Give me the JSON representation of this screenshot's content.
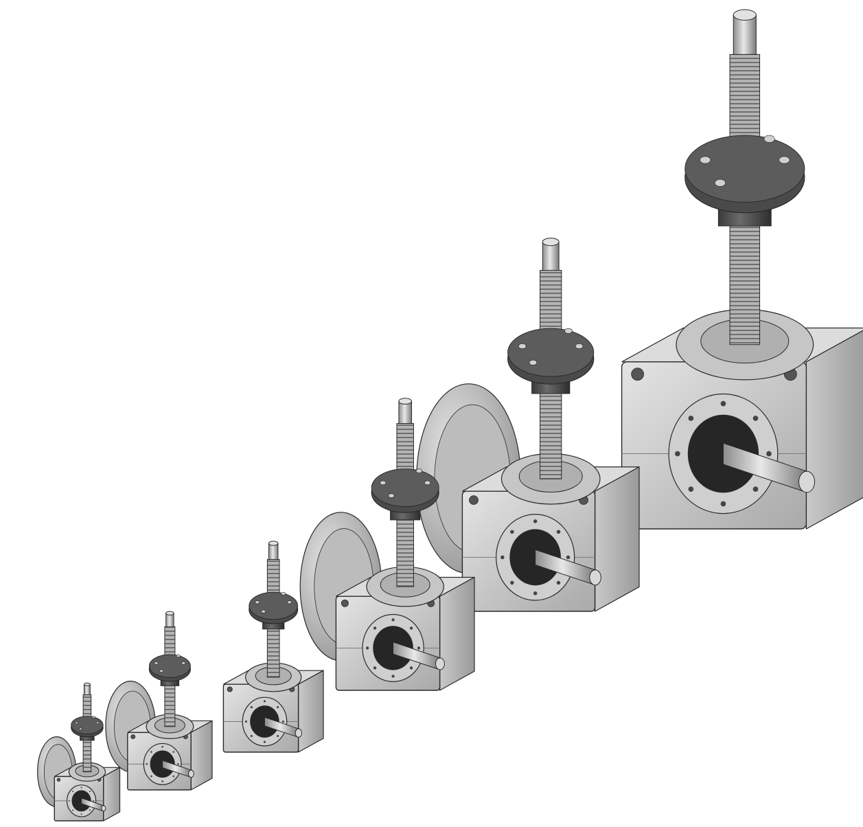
{
  "scene": {
    "subject": "screw-jack-size-range",
    "background_color": "#ffffff",
    "colors": {
      "housing_light": "#d6d6d6",
      "housing_mid": "#b9b9b9",
      "housing_dark": "#8f8f8f",
      "nut_dark": "#4a4a4a",
      "nut_top": "#5c5c5c",
      "thread": "#a8a8a8",
      "flange": "#c4c4c4",
      "outline": "#2a2a2a"
    },
    "units": [
      {
        "name": "screw-jack-size-1",
        "has_motor_flange": true
      },
      {
        "name": "screw-jack-size-2",
        "has_motor_flange": true
      },
      {
        "name": "screw-jack-size-3",
        "has_motor_flange": false
      },
      {
        "name": "screw-jack-size-4",
        "has_motor_flange": true
      },
      {
        "name": "screw-jack-size-5",
        "has_motor_flange": true
      },
      {
        "name": "screw-jack-size-6",
        "has_motor_flange": false
      }
    ]
  }
}
